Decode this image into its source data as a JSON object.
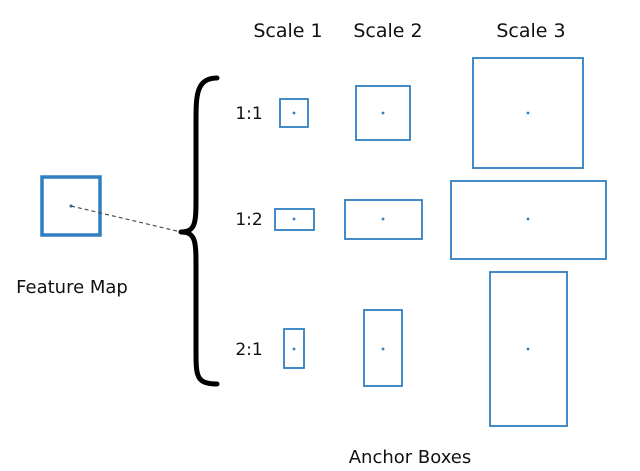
{
  "colors": {
    "box": "#2f7fc1",
    "text": "#111111",
    "brace": "#000000",
    "connector": "#444444"
  },
  "diagram": {
    "scale_headers": [
      "Scale 1",
      "Scale 2",
      "Scale 3"
    ],
    "aspect_ratios": [
      "1:1",
      "1:2",
      "2:1"
    ],
    "feature_map_label": "Feature Map",
    "anchor_boxes_label": "Anchor Boxes"
  }
}
